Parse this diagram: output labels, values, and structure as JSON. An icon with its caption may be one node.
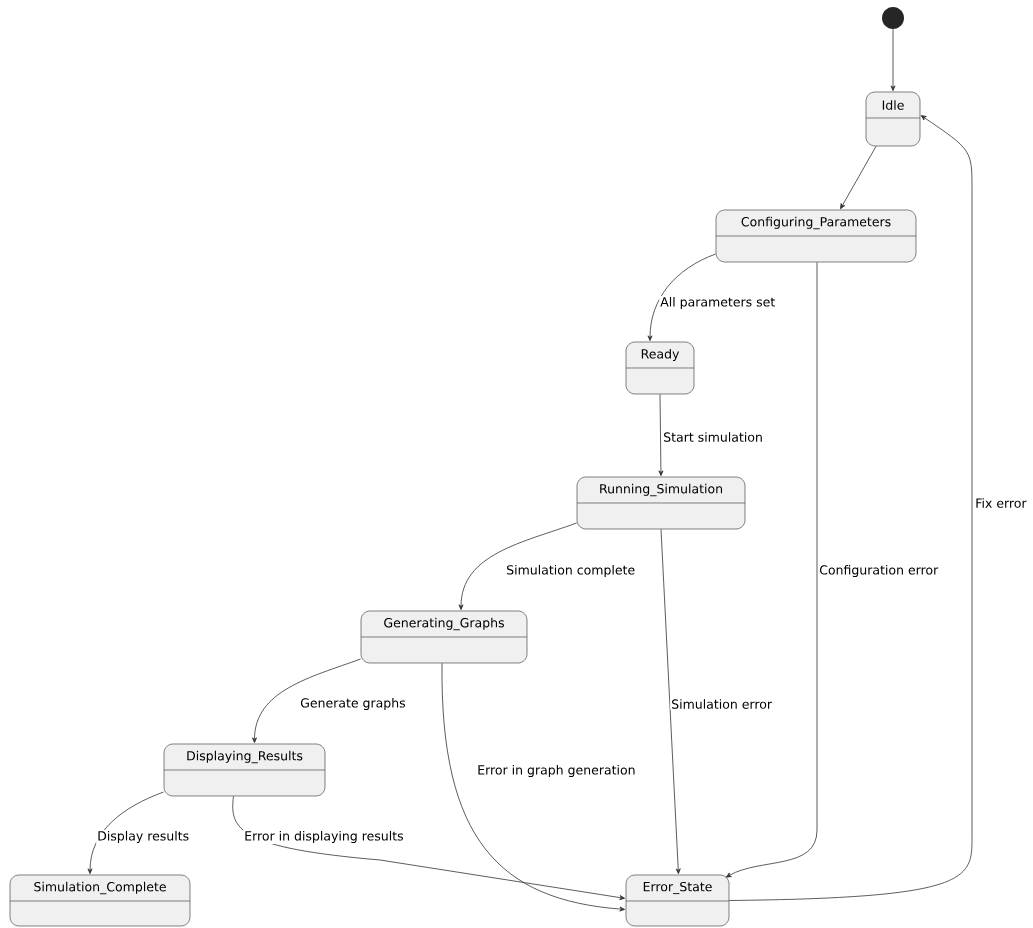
{
  "diagram": {
    "nodes": [
      {
        "text": [],
        "shape": "circle"
      },
      {
        "text": [
          "Idle"
        ]
      },
      {
        "text": [
          "Configuring_Parameters"
        ]
      },
      {
        "text": [
          "Ready"
        ]
      },
      {
        "text": [
          "Running_Simulation"
        ]
      },
      {
        "text": [
          "Generating_Graphs"
        ]
      },
      {
        "text": [
          "Displaying_Results"
        ]
      },
      {
        "text": [
          "Simulation_Complete"
        ]
      },
      {
        "text": [
          "Error_State"
        ]
      }
    ],
    "edges": [
      {
        "from": 0,
        "to": 1,
        "arrow": "to"
      },
      {
        "from": 1,
        "to": 2,
        "arrow": "to"
      },
      {
        "from": 2,
        "to": 3,
        "arrow": "to",
        "label": "All parameters set"
      },
      {
        "from": 3,
        "to": 4,
        "arrow": "to",
        "label": "Start simulation"
      },
      {
        "from": 4,
        "to": 5,
        "arrow": "to",
        "label": "Simulation complete"
      },
      {
        "from": 5,
        "to": 6,
        "arrow": "to",
        "label": "Generate graphs"
      },
      {
        "from": 6,
        "to": 7,
        "arrow": "to",
        "label": "Display results"
      },
      {
        "from": 6,
        "to": 8,
        "arrow": "to",
        "label": "Error in displaying results"
      },
      {
        "from": 5,
        "to": 8,
        "arrow": "to",
        "label": "Error in graph generation"
      },
      {
        "from": 4,
        "to": 8,
        "arrow": "to",
        "label": "Simulation error"
      },
      {
        "from": 2,
        "to": 8,
        "arrow": "to",
        "label": "Configuration error"
      },
      {
        "from": 8,
        "to": 1,
        "arrow": "to",
        "label": "Fix error"
      }
    ]
  }
}
